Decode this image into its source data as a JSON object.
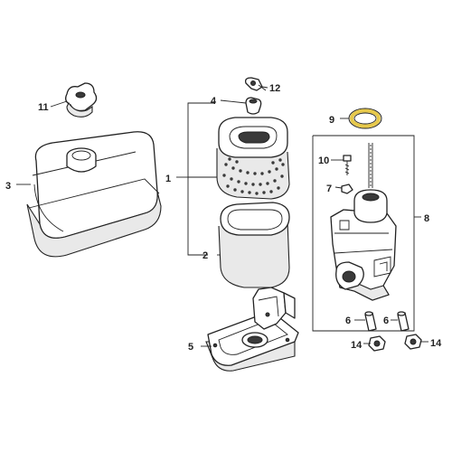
{
  "diagram": {
    "type": "exploded-parts-view",
    "highlight_color": "#e6c84a",
    "line_color": "#222222",
    "callouts": [
      {
        "key": "c1",
        "label": "1"
      },
      {
        "key": "c2",
        "label": "2"
      },
      {
        "key": "c3",
        "label": "3"
      },
      {
        "key": "c4",
        "label": "4"
      },
      {
        "key": "c5",
        "label": "5"
      },
      {
        "key": "c6a",
        "label": "6"
      },
      {
        "key": "c6b",
        "label": "6"
      },
      {
        "key": "c7",
        "label": "7"
      },
      {
        "key": "c8",
        "label": "8"
      },
      {
        "key": "c9",
        "label": "9",
        "highlighted": true
      },
      {
        "key": "c10",
        "label": "10"
      },
      {
        "key": "c11",
        "label": "11"
      },
      {
        "key": "c12",
        "label": "12"
      },
      {
        "key": "c14a",
        "label": "14"
      },
      {
        "key": "c14b",
        "label": "14"
      }
    ]
  }
}
